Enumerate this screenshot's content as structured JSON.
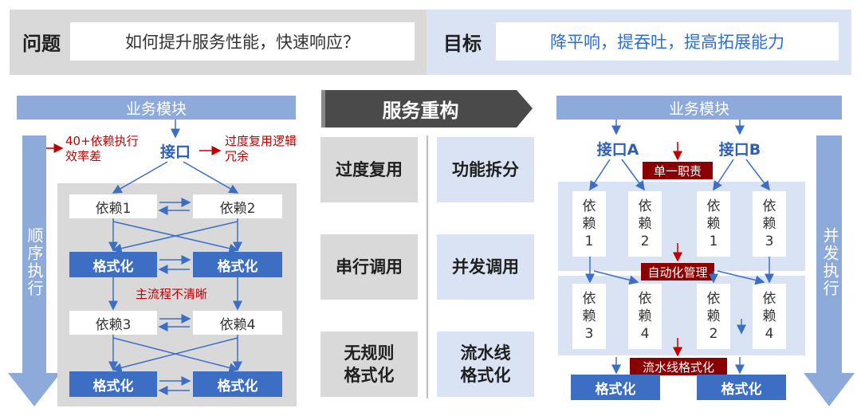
{
  "header": {
    "problem_label": "问题",
    "problem_text": "如何提升服务性能，快速响应？",
    "goal_label": "目标",
    "goal_text": "降平响，提吞吐，提高拓展能力"
  },
  "left": {
    "module_label": "业务模块",
    "interface_label": "接口",
    "note_left": "40+依赖执行效率差",
    "note_right": "过度复用逻辑冗余",
    "dep1": "依赖1",
    "dep2": "依赖2",
    "dep3": "依赖3",
    "dep4": "依赖4",
    "format": "格式化",
    "main_flow_note": "主流程不清晰",
    "side_arrow_label": "顺序执行"
  },
  "middle": {
    "banner": "服务重构",
    "rows": [
      {
        "problem": "过度复用",
        "solution": "功能拆分"
      },
      {
        "problem": "串行调用",
        "solution": "并发调用"
      },
      {
        "problem": "无规则格式化",
        "solution": "流水线格式化"
      }
    ]
  },
  "right": {
    "module_label": "业务模块",
    "interface_a": "接口A",
    "interface_b": "接口B",
    "single_duty": "单一职责",
    "auto_manage": "自动化管理",
    "pipeline_format": "流水线格式化",
    "top_deps": [
      "依赖1",
      "依赖2",
      "依赖1",
      "依赖3"
    ],
    "bottom_deps": [
      "依赖3",
      "依赖4",
      "依赖2",
      "依赖4"
    ],
    "format": "格式化",
    "side_arrow_label": "并发执行"
  },
  "colors": {
    "accent_blue": "#3c6fc4",
    "light_blue": "#8eaadb",
    "red": "#c00000",
    "dark_red": "#8b0000",
    "banner": "#4a4a4a"
  }
}
